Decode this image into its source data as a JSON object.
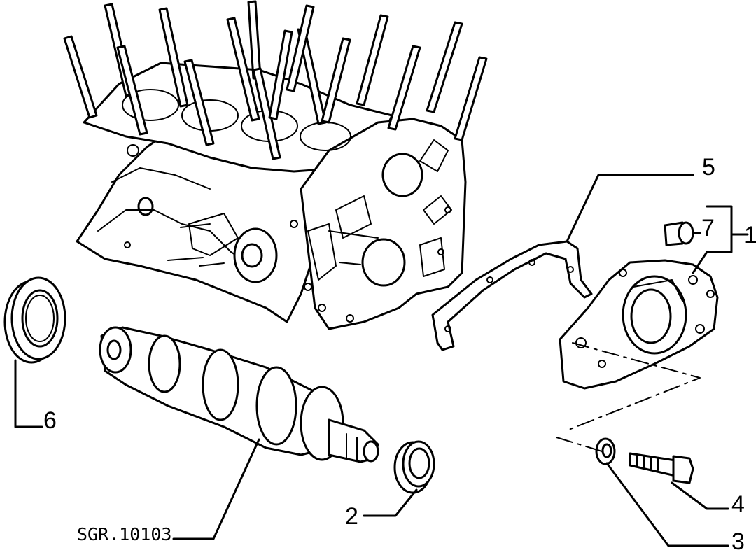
{
  "callouts": {
    "c1": "1",
    "c2": "2",
    "c3": "3",
    "c4": "4",
    "c5": "5",
    "c6": "6",
    "c7": "7"
  },
  "reference_code": "SGR.10103"
}
